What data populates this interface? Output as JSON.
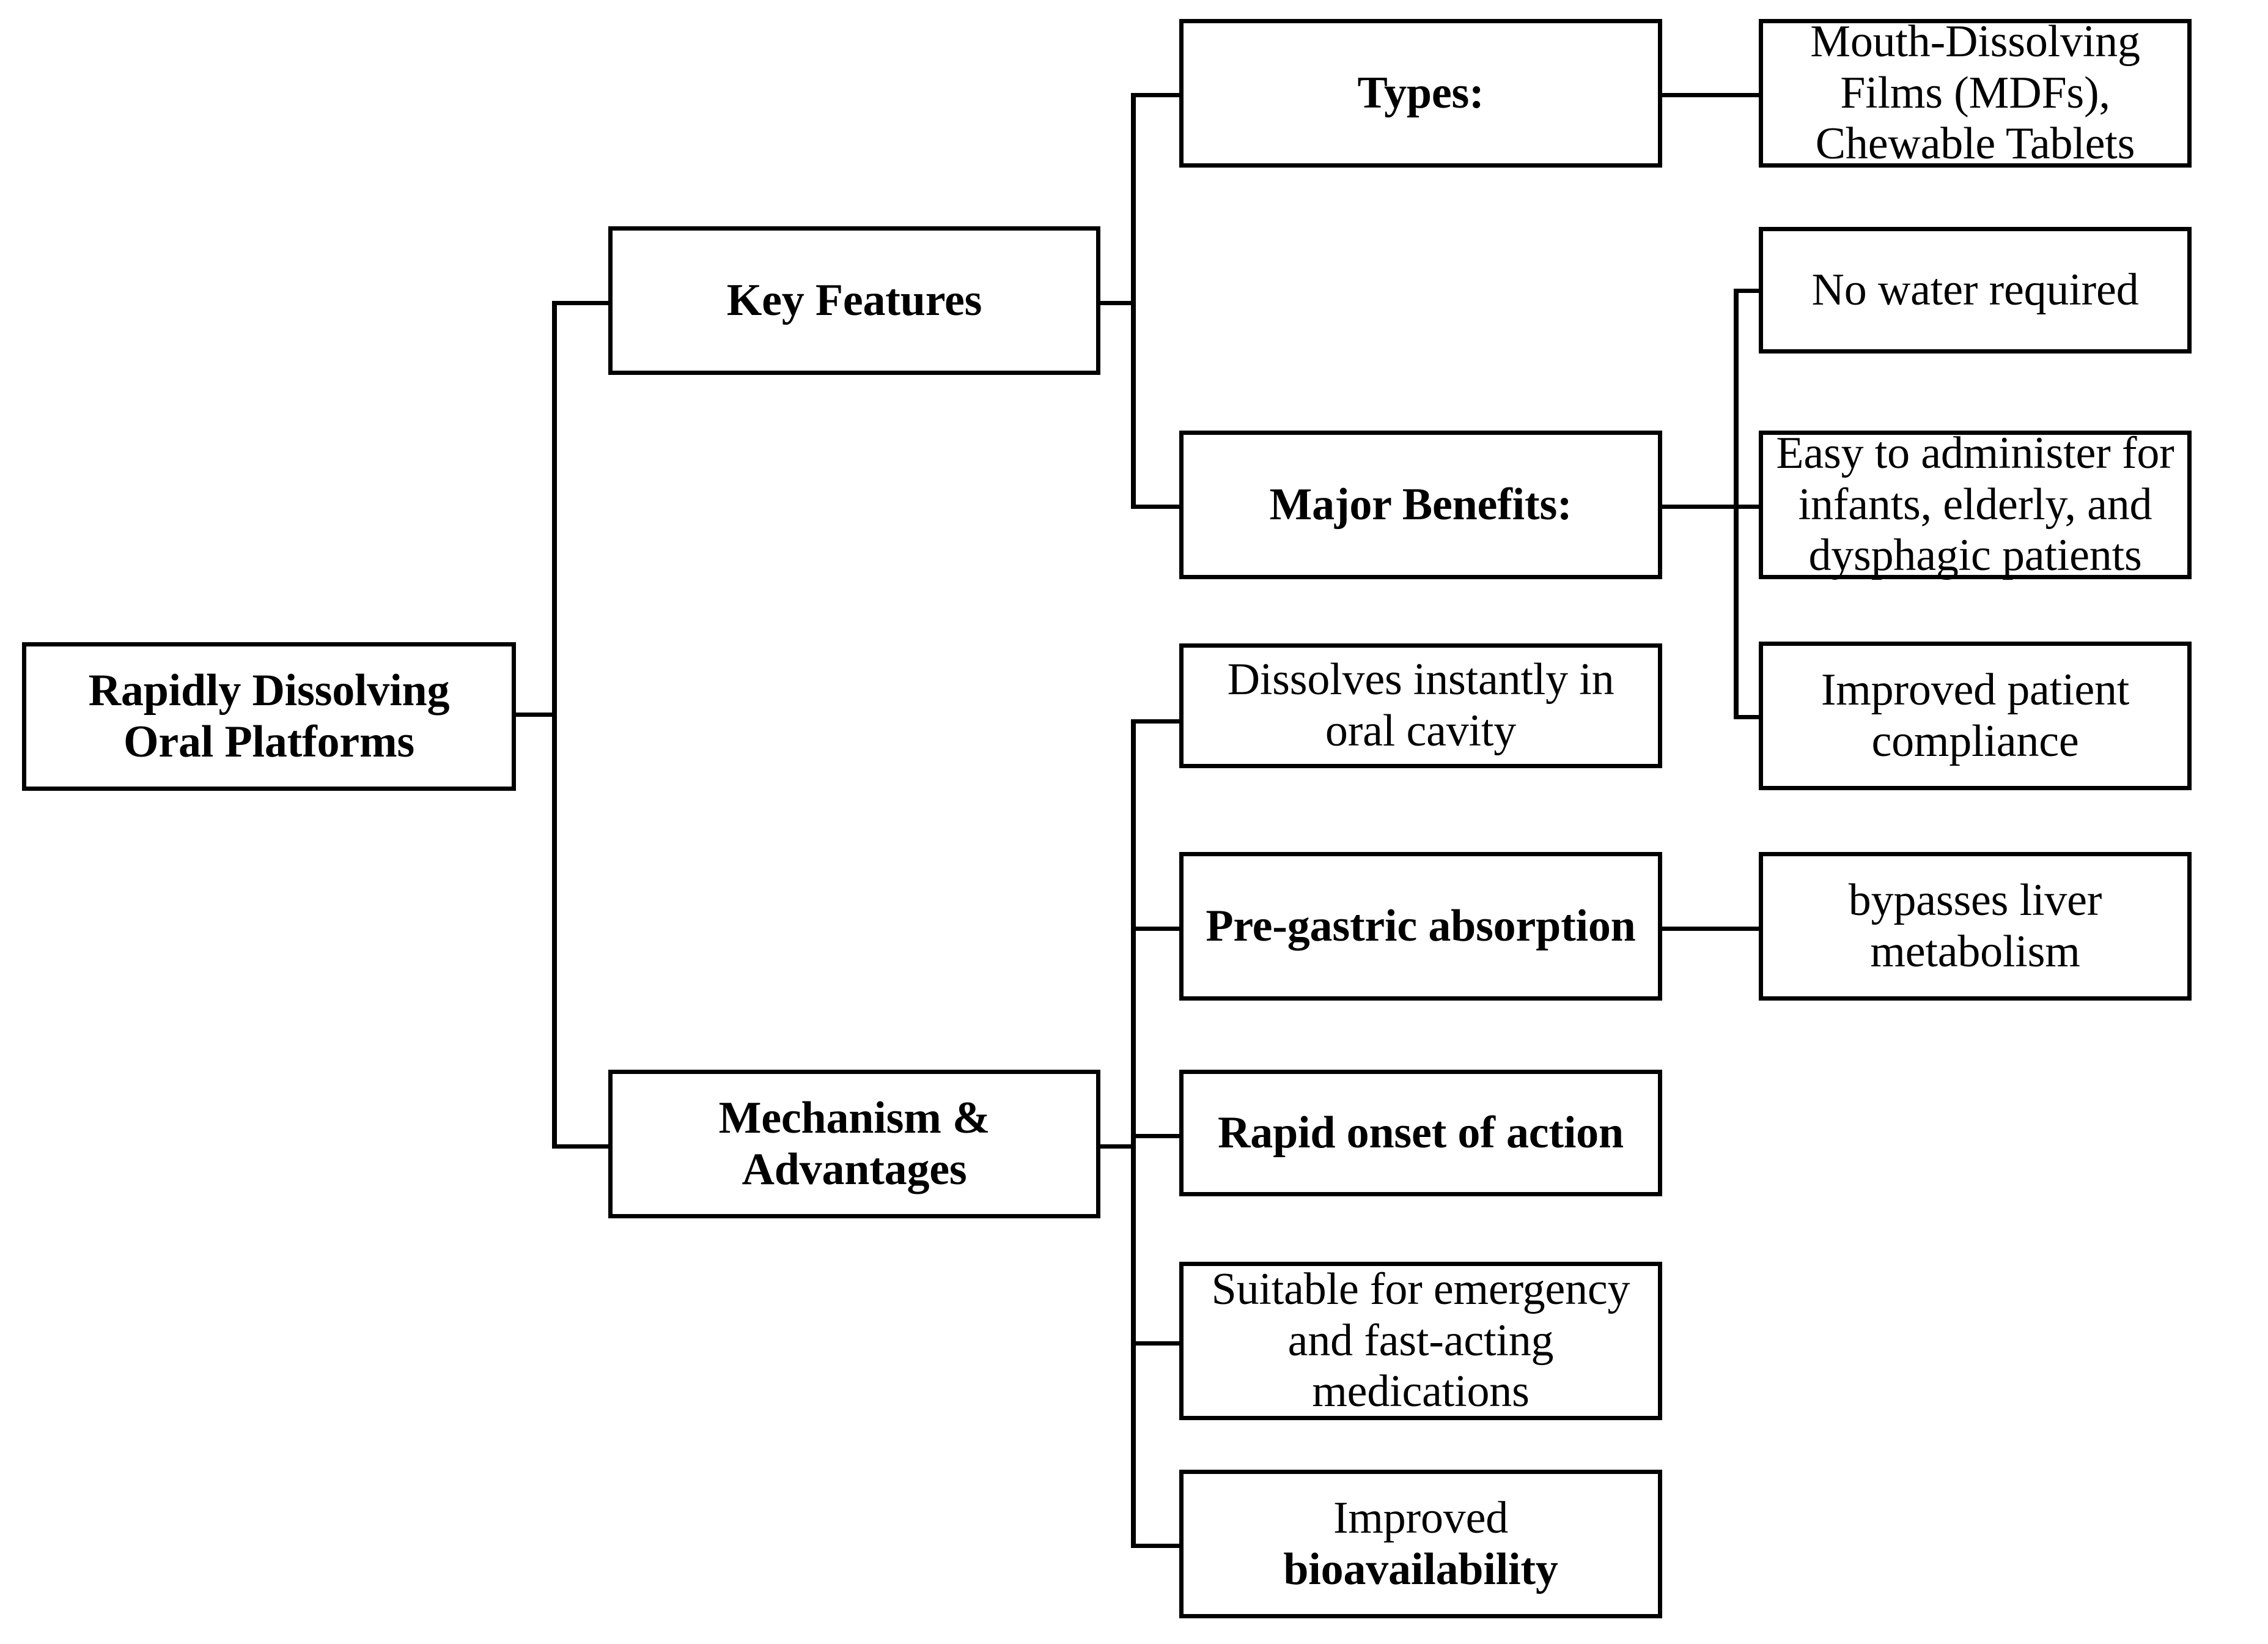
{
  "diagram": {
    "title": "Rapidly Dissolving Oral Platforms",
    "type": "hierarchical-tree",
    "orientation": "left-to-right",
    "background_color": "#ffffff",
    "line_color": "#000000",
    "text_color": "#000000",
    "box_border_color": "#000000"
  },
  "nodes": {
    "root": {
      "label": "Rapidly Dissolving Oral Platforms",
      "line1": "Rapidly Dissolving",
      "line2": "Oral Platforms",
      "weight": "bold",
      "level": 0
    },
    "key_features": {
      "label": "Key Features",
      "weight": "bold",
      "level": 1
    },
    "mechanism_advantages": {
      "label": "Mechanism & Advantages",
      "line1": "Mechanism &",
      "line2": "Advantages",
      "weight": "bold",
      "level": 1
    },
    "types": {
      "label": "Types:",
      "weight": "bold",
      "level": 2
    },
    "major_benefits": {
      "label": "Major Benefits:",
      "weight": "bold",
      "level": 2
    },
    "types_detail": {
      "label": "Mouth-Dissolving Films (MDFs), Chewable Tablets",
      "weight": "normal",
      "level": 3
    },
    "benefit_no_water": {
      "label": "No water required",
      "weight": "normal",
      "level": 3
    },
    "benefit_easy_administer": {
      "label": "Easy to administer for infants, elderly, and dysphagic patients",
      "weight": "normal",
      "level": 3
    },
    "benefit_compliance": {
      "label": "Improved patient compliance",
      "weight": "normal",
      "level": 3
    },
    "mech_dissolves": {
      "label": "Dissolves instantly in oral cavity",
      "weight": "normal",
      "level": 2
    },
    "mech_pregastric": {
      "label": "Pre-gastric absorption",
      "weight": "bold",
      "level": 2
    },
    "mech_rapid_onset": {
      "label": "Rapid onset of action",
      "weight": "bold",
      "level": 2
    },
    "mech_emergency": {
      "label": "Suitable for emergency and fast-acting medications",
      "weight": "normal",
      "level": 2
    },
    "mech_bioavailability": {
      "label": "Improved bioavailability",
      "part_regular": "Improved ",
      "part_bold": "bioavailability",
      "weight": "mixed",
      "level": 2
    },
    "pregastric_detail": {
      "label": "bypasses liver metabolism",
      "weight": "normal",
      "level": 3
    }
  },
  "edges": [
    {
      "from": "root",
      "to": "key_features"
    },
    {
      "from": "root",
      "to": "mechanism_advantages"
    },
    {
      "from": "key_features",
      "to": "types"
    },
    {
      "from": "key_features",
      "to": "major_benefits"
    },
    {
      "from": "types",
      "to": "types_detail"
    },
    {
      "from": "major_benefits",
      "to": "benefit_no_water"
    },
    {
      "from": "major_benefits",
      "to": "benefit_easy_administer"
    },
    {
      "from": "major_benefits",
      "to": "benefit_compliance"
    },
    {
      "from": "mechanism_advantages",
      "to": "mech_dissolves"
    },
    {
      "from": "mechanism_advantages",
      "to": "mech_pregastric"
    },
    {
      "from": "mechanism_advantages",
      "to": "mech_rapid_onset"
    },
    {
      "from": "mechanism_advantages",
      "to": "mech_emergency"
    },
    {
      "from": "mechanism_advantages",
      "to": "mech_bioavailability"
    },
    {
      "from": "mech_pregastric",
      "to": "pregastric_detail"
    }
  ]
}
